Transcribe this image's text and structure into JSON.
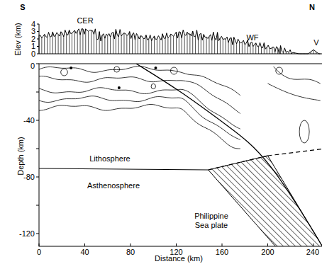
{
  "diagram": {
    "labels": [
      "S",
      "N",
      "CER",
      "WF",
      "V",
      "Elev (km)",
      "4",
      "3",
      "2",
      "1",
      "0",
      "Depth (km)",
      "0",
      "-40",
      "-80",
      "-120",
      "0",
      "40",
      "80",
      "120",
      "160",
      "200",
      "240",
      "Distance (km)",
      "Lithosphere",
      "Asthenosphere",
      "Philippine Sea plate"
    ]
  }
}
